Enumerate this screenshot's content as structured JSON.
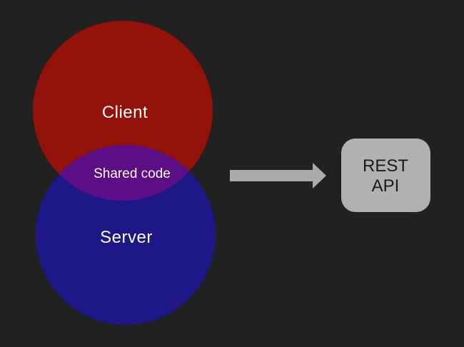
{
  "page": {
    "background": "#212121"
  },
  "diagram": {
    "venn": {
      "client_circle": {
        "label": "Client",
        "fill": "#921108"
      },
      "server_circle": {
        "label": "Server",
        "fill": "#1e1787"
      },
      "overlap": {
        "label": "Shared code",
        "fill": "#5c0e87"
      },
      "label_color": "#ffffff"
    },
    "arrow": {
      "fill": "#ababab"
    },
    "rest_api_box": {
      "line1": "REST",
      "line2": "API",
      "fill": "#b1b1b1",
      "text_color": "#1a1a1a"
    }
  }
}
